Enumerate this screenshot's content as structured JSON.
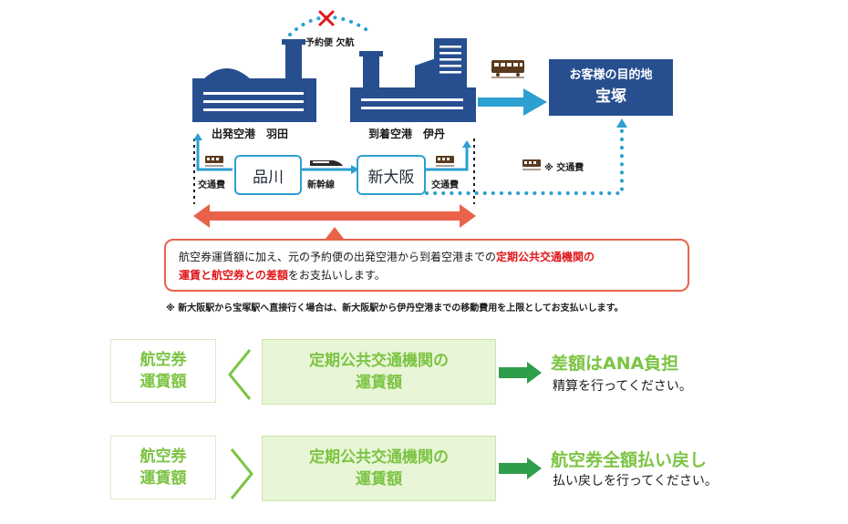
{
  "colors": {
    "navy": "#274f8f",
    "cyan": "#2d9fd0",
    "red": "#e8634a",
    "green": "#7cc444",
    "greenFill": "#e8f5d6"
  },
  "top": {
    "cancelled_label": "予約便 欠航",
    "departure_label": "出発空港　羽田",
    "arrival_label": "到着空港　伊丹",
    "destination_line1": "お客様の目的地",
    "destination_line2": "宝塚",
    "station1": "品川",
    "station2": "新大阪",
    "fare_left": "交通費",
    "fare_right": "交通費",
    "shinkansen": "新幹線",
    "fare_note": "※ 交通費"
  },
  "note": {
    "part1": "航空券運賃額に加え、元の予約便の出発空港から到着空港までの",
    "red1": "定期公共交通機関の",
    "red2": "運賃と航空券との差額",
    "part2": "をお支払いします。"
  },
  "footnote": "※ 新大阪駅から宝塚駅へ直接行く場合は、新大阪駅から伊丹空港までの移動費用を上限としてお支払いします。",
  "rows": [
    {
      "left_line1": "航空券",
      "left_line2": "運賃額",
      "compare": "<",
      "mid_line1": "定期公共交通機関の",
      "mid_line2": "運賃額",
      "result_title": "差額はANA負担",
      "result_sub": "精算を行ってください。"
    },
    {
      "left_line1": "航空券",
      "left_line2": "運賃額",
      "compare": ">",
      "mid_line1": "定期公共交通機関の",
      "mid_line2": "運賃額",
      "result_title": "航空券全額払い戻し",
      "result_sub": "払い戻しを行ってください。"
    }
  ]
}
